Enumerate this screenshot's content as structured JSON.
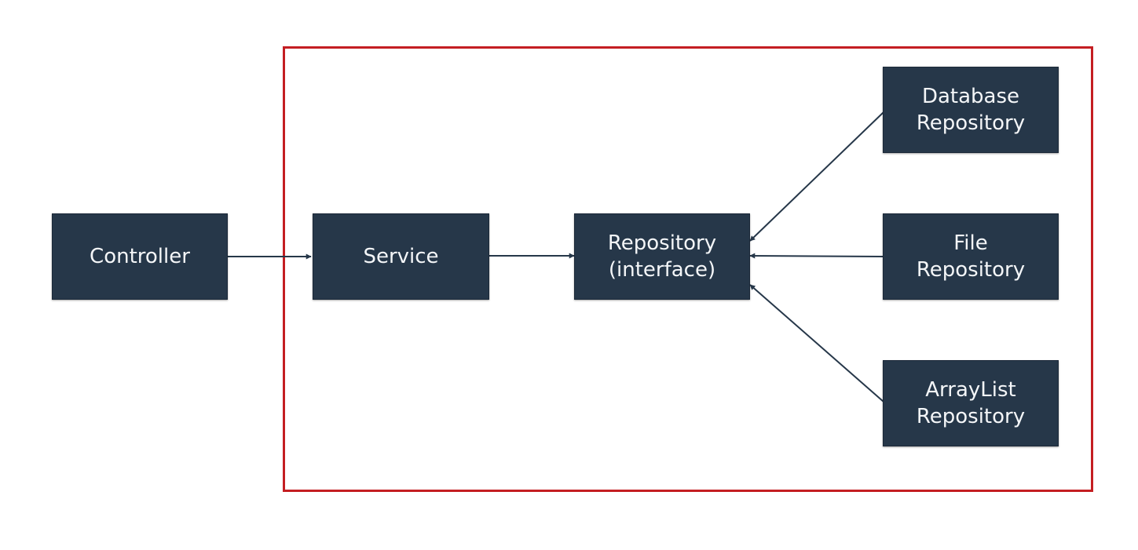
{
  "diagram": {
    "colors": {
      "node_fill": "#263749",
      "node_text": "#f4f6f8",
      "frame_border": "#c41e22",
      "connector": "#263749",
      "background": "#ffffff"
    },
    "nodes": {
      "controller": {
        "lines": [
          "Controller"
        ]
      },
      "service": {
        "lines": [
          "Service"
        ]
      },
      "repository_interface": {
        "lines": [
          "Repository",
          "(interface)"
        ]
      },
      "database_repository": {
        "lines": [
          "Database",
          "Repository"
        ]
      },
      "file_repository": {
        "lines": [
          "File",
          "Repository"
        ]
      },
      "arraylist_repository": {
        "lines": [
          "ArrayList",
          "Repository"
        ]
      }
    },
    "edges": [
      {
        "from": "controller",
        "to": "service"
      },
      {
        "from": "service",
        "to": "repository_interface"
      },
      {
        "from": "database_repository",
        "to": "repository_interface"
      },
      {
        "from": "file_repository",
        "to": "repository_interface"
      },
      {
        "from": "arraylist_repository",
        "to": "repository_interface"
      }
    ]
  }
}
